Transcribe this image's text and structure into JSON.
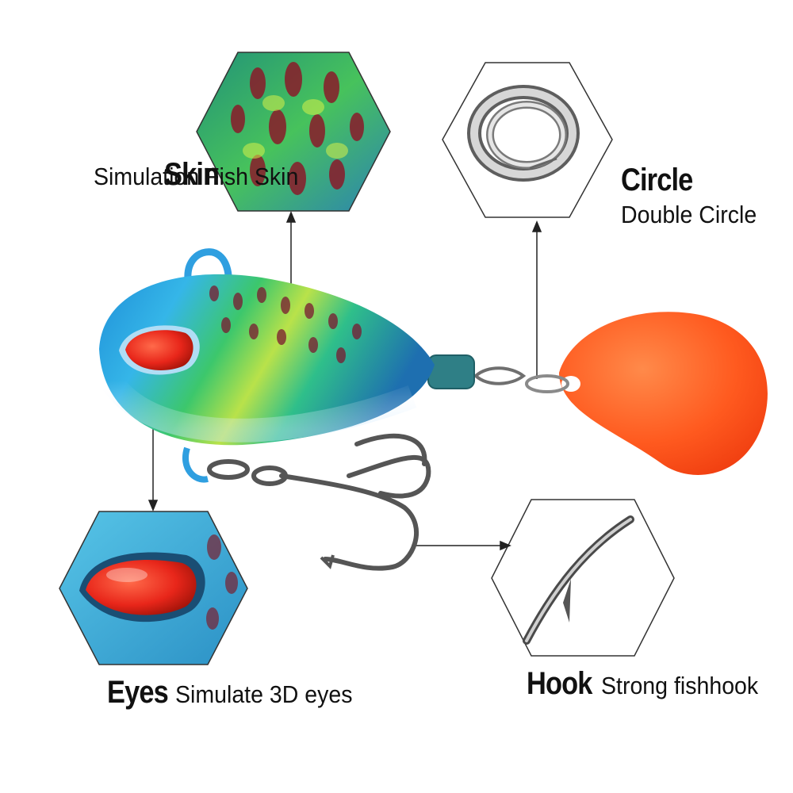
{
  "callouts": {
    "skin": {
      "title": "Skin",
      "description": "Simulation Fish Skin",
      "icon": "fish-skin-closeup"
    },
    "circle": {
      "title": "Circle",
      "description": "Double Circle",
      "icon": "split-ring"
    },
    "eyes": {
      "title": "Eyes",
      "description": "Simulate 3D eyes",
      "icon": "3d-eye-closeup"
    },
    "hook": {
      "title": "Hook",
      "description": "Strong fishhook",
      "icon": "hook-barb"
    }
  },
  "colors": {
    "body_blue": "#2f9fe0",
    "body_green": "#3fc26a",
    "eye_red": "#e8261a",
    "blade_orange": "#ff5a1f",
    "hexagon_stroke": "#333333",
    "text": "#111111"
  }
}
